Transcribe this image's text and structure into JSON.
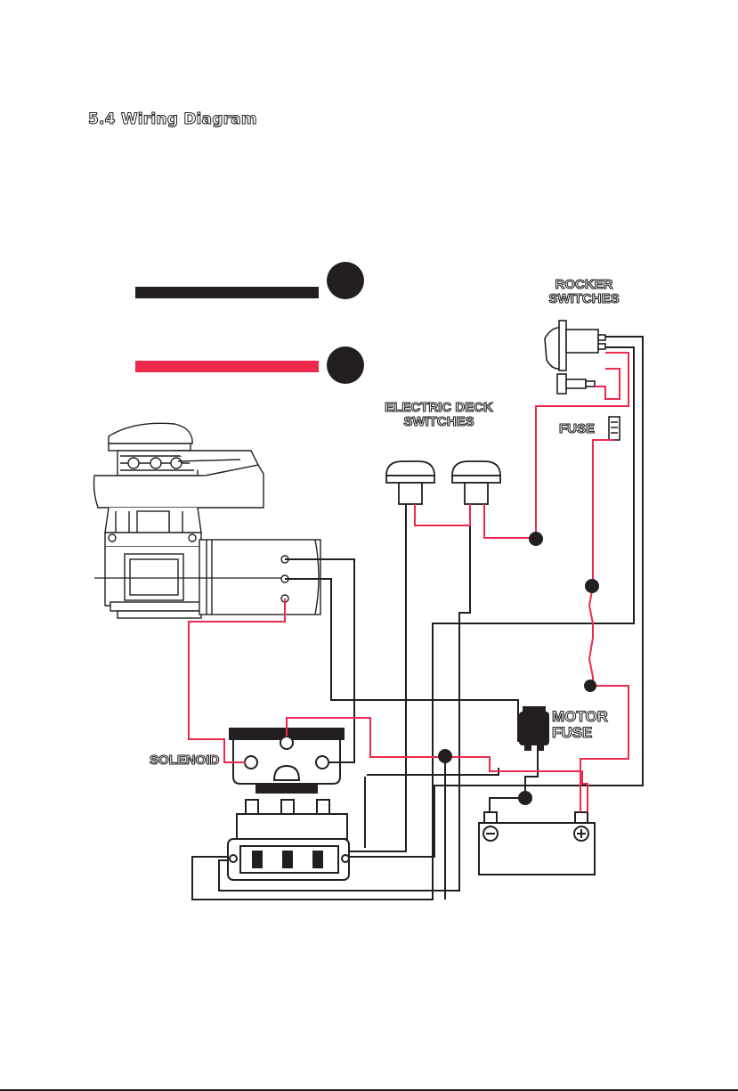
{
  "section_title": "5.4 Wiring Diagram",
  "labels": {
    "rocker_switches": "ROCKER SWITCHES",
    "electric_deck_switches": "ELECTRIC DECK SWITCHES",
    "fuse": "FUSE",
    "motor_fuse": "MOTOR FUSE",
    "solenoid": "SOLENOID"
  },
  "legend": [
    {
      "color_name": "black",
      "color": "#231f20"
    },
    {
      "color_name": "red",
      "color": "#ed2a4c"
    }
  ],
  "colors": {
    "black_wire": "#231f20",
    "red_wire": "#ed2a4c",
    "text_outline": "#231f20"
  }
}
